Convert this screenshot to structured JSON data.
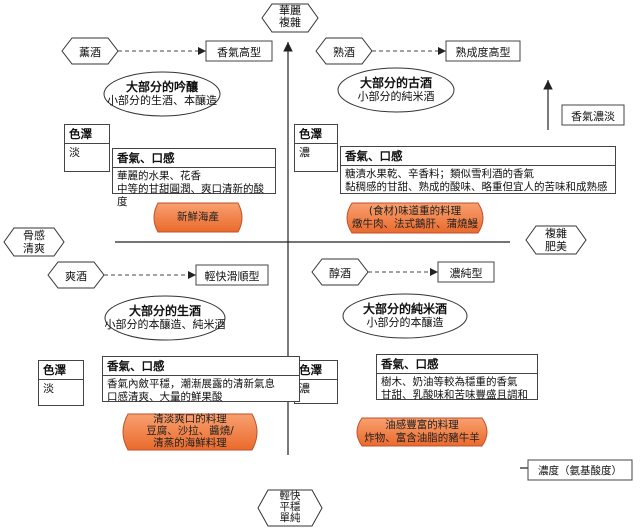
{
  "axes": {
    "top": [
      "華麗",
      "複雜"
    ],
    "bottom": [
      "輕快",
      "平穩",
      "單純"
    ],
    "left": [
      "骨感",
      "清爽"
    ],
    "right": [
      "複雜",
      "肥美"
    ],
    "aroma_axis_label": "香氣濃淡",
    "richness_axis_label": "濃度（氨基酸度）"
  },
  "quadrants": {
    "top_left": {
      "type_label": "薰酒",
      "arrow_target": "香氣高型",
      "title": "大部分的吟釀",
      "subtitle": "小部分的生酒、本釀造",
      "color_label": "色澤",
      "color_value": "淡",
      "flavor_header": "香氣、口感",
      "flavor_lines": [
        "華麗的水果、花香",
        "中等的甘甜圓潤、爽口清新的酸度"
      ],
      "pairing_lines": [
        "新鮮海產"
      ]
    },
    "top_right": {
      "type_label": "熟酒",
      "arrow_target": "熟成度高型",
      "title": "大部分的古酒",
      "subtitle": "小部分的純米酒",
      "color_label": "色澤",
      "color_value": "濃",
      "flavor_header": "香氣、口感",
      "flavor_lines": [
        "糖漬水果乾、辛香料；類似雪利酒的香氣",
        "黏稠感的甘甜、熟成的酸味、略重但宜人的苦味和成熟感"
      ],
      "pairing_lines": [
        "(食材)味道重的料理",
        "燉牛肉、法式鵝肝、蒲燒鰻"
      ]
    },
    "bottom_left": {
      "type_label": "爽酒",
      "arrow_target": "輕快滑順型",
      "title": "大部分的生酒",
      "subtitle": "小部分的本釀造、純米酒",
      "color_label": "色澤",
      "color_value": "淡",
      "flavor_header": "香氣、口感",
      "flavor_lines": [
        "香氣內斂平穩，潮漸展露的清新氣息",
        "口感清爽、大量的鮮果酸"
      ],
      "pairing_lines": [
        "清淡爽口的料理",
        "豆腐、沙拉、醬燒/",
        "清蒸的海鮮料理"
      ]
    },
    "bottom_right": {
      "type_label": "醇酒",
      "arrow_target": "濃純型",
      "title": "大部分的純米酒",
      "subtitle": "小部分的本釀造",
      "color_label": "色澤",
      "color_value": "濃",
      "flavor_header": "香氣、口感",
      "flavor_lines": [
        "樹木、奶油等較為穩重的香氣",
        "甘甜、乳酸味和苦味豐盛且調和"
      ],
      "pairing_lines": [
        "油感豐富的料理",
        "炸物、富含油脂的豬牛羊"
      ]
    }
  },
  "colors": {
    "pairing_fill": "#f07a3c",
    "pairing_stroke": "#c0502a",
    "line": "#222222"
  }
}
